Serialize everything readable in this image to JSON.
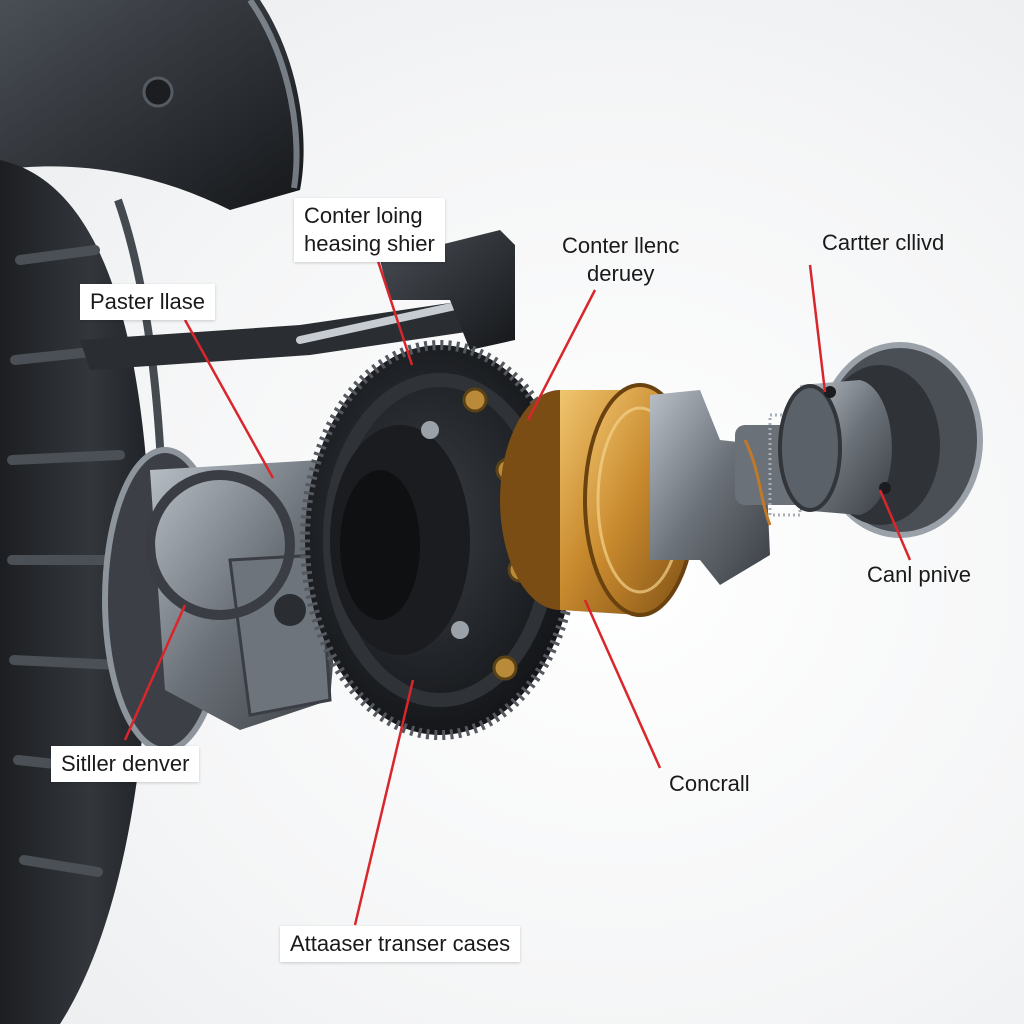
{
  "colors": {
    "leader_line": "#d9262c",
    "dark_metal": "#2b2e33",
    "mid_metal": "#5d636b",
    "light_metal": "#9aa1a9",
    "bronze": "#c98a2e",
    "bronze_light": "#e3b05a",
    "bolt_gold": "#b88a3a",
    "tire": "#26292d"
  },
  "labels": {
    "top_left_callout": {
      "line1": "Conter loing",
      "line2": "heasing shier"
    },
    "top_center_callout": {
      "line1": "Conter llenc",
      "line2": "deruey"
    },
    "top_right_callout": {
      "line1": "Cartter cllivd"
    },
    "left_callout": {
      "line1": "Paster llase"
    },
    "right_callout": {
      "line1": "Canl pnive"
    },
    "lower_left_callout": {
      "line1": "Sitller denver"
    },
    "lower_center_callout": {
      "line1": "Concrall"
    },
    "bottom_callout": {
      "line1": "Attaaser transer cases"
    }
  },
  "icons": {
    "tire": "tire-shape",
    "gear": "gear-ring",
    "caliper": "caliper-block",
    "hub": "bronze-hub",
    "coupling": "drive-coupling"
  }
}
